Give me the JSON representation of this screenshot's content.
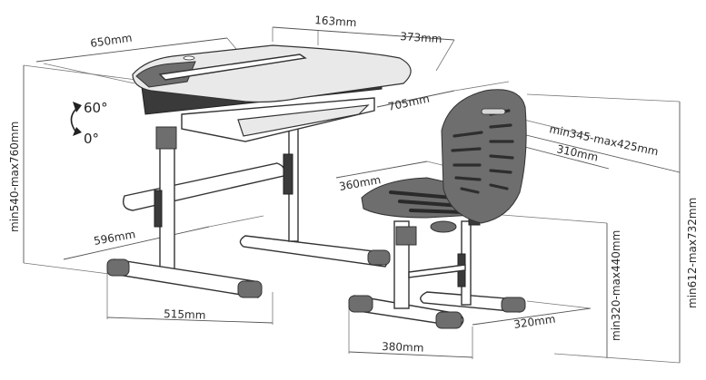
{
  "dimensions": {
    "desk_depth": "650mm",
    "ledge_depth": "163mm",
    "tray_width": "373mm",
    "desk_width": "705mm",
    "desk_height_range": "min540-max760mm",
    "tilt_max": "60°",
    "tilt_min": "0°",
    "desk_foot_depth": "596mm",
    "desk_foot_width": "515mm",
    "backrest_height_range": "min345-max425mm",
    "backrest_width": "310mm",
    "seat_depth": "360mm",
    "seat_height_range": "min320-max440mm",
    "chair_total_height_range": "min612-max732mm",
    "chair_foot_depth": "320mm",
    "chair_foot_width": "380mm"
  }
}
